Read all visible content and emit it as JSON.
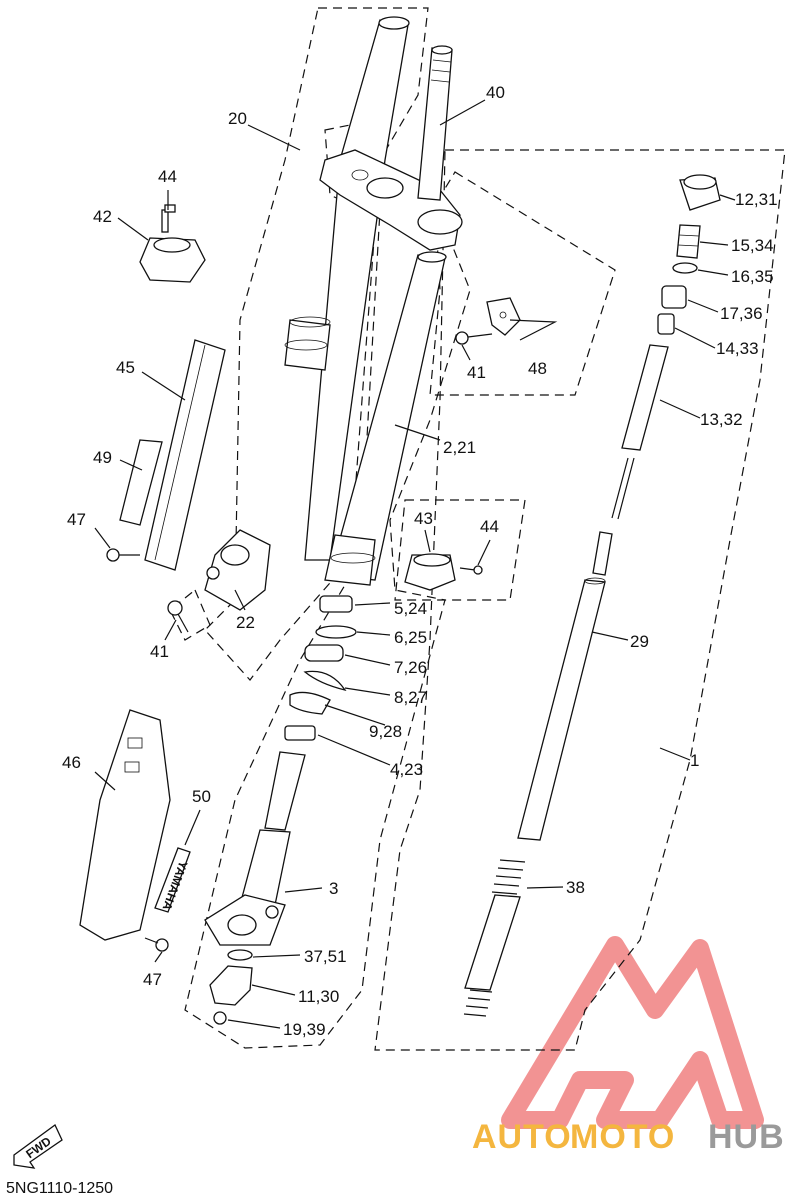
{
  "diagram": {
    "callouts": {
      "c1": "1",
      "c2_21": "2,21",
      "c3": "3",
      "c4_23": "4,23",
      "c5_24": "5,24",
      "c6_25": "6,25",
      "c7_26": "7,26",
      "c8_27": "8,27",
      "c9_28": "9,28",
      "c11_30": "11,30",
      "c12_31": "12,31",
      "c13_32": "13,32",
      "c14_33": "14,33",
      "c15_34": "15,34",
      "c16_35": "16,35",
      "c17_36": "17,36",
      "c19_39": "19,39",
      "c20": "20",
      "c22": "22",
      "c29": "29",
      "c37_51": "37,51",
      "c38": "38",
      "c40": "40",
      "c41a": "41",
      "c41b": "41",
      "c42": "42",
      "c43": "43",
      "c44a": "44",
      "c44b": "44",
      "c45": "45",
      "c46": "46",
      "c47a": "47",
      "c47b": "47",
      "c48": "48",
      "c49": "49",
      "c50": "50"
    },
    "drawing_code": "5NG1110-1250",
    "fwd_label": "FWD",
    "decal_text": "YAMAHA"
  },
  "watermark": {
    "part1": "AUTO",
    "part2": "MOTO",
    "part3": "HUB",
    "color_triangle": "#f08080",
    "color_auto": "#f4b63f",
    "color_hub": "#9a9a9a"
  }
}
